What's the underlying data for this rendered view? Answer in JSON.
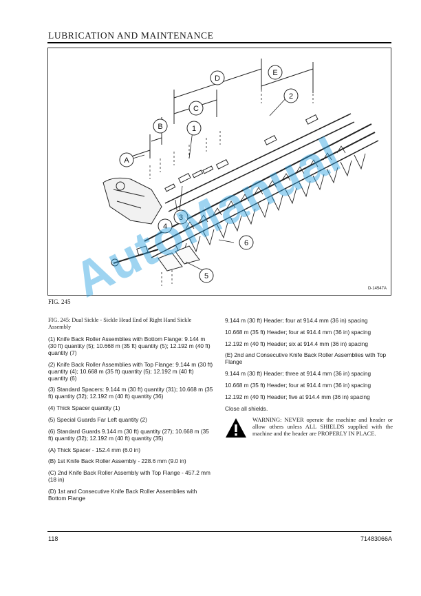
{
  "header": {
    "title": "LUBRICATION AND MAINTENANCE"
  },
  "figure": {
    "label": "FIG. 245",
    "drawing_id": "D-14547A",
    "callouts": [
      "A",
      "B",
      "C",
      "D",
      "E",
      "1",
      "2",
      "3",
      "4",
      "5",
      "6"
    ]
  },
  "left_column": [
    "FIG. 245: Dual Sickle - Sickle Head End of Right Hand Sickle Assembly",
    "(1)    Knife Back Roller Assemblies with Bottom Flange: 9.144 m (30 ft) quantity (5); 10.668 m (35 ft) quantity (5); 12.192 m (40 ft) quantity (7)",
    "(2)    Knife Back Roller Assemblies with Top Flange: 9.144 m (30 ft) quantity (4); 10.668 m (35 ft) quantity (5); 12.192 m (40 ft) quantity (6)",
    "(3)    Standard Spacers: 9.144 m (30 ft) quantity (31); 10.668 m (35 ft) quantity (32); 12.192 m (40 ft) quantity (36)",
    "(4)    Thick Spacer quantity (1)",
    "(5)    Special Guards Far Left quantity (2)",
    "(6)    Standard Guards  9.144 m (30 ft) quantity (27); 10.668 m (35 ft) quantity (32); 12.192 m (40 ft) quantity (35)",
    "(A)    Thick Spacer - 152.4 mm (6.0 in)",
    "(B)    1st Knife Back Roller Assembly - 228.6 mm (9.0 in)",
    "(C)    2nd Knife Back Roller Assembly with Top Flange - 457.2 mm (18 in)",
    "(D)    1st and Consecutive Knife Back Roller Assemblies with Bottom Flange"
  ],
  "right_column": [
    "9.144 m (30 ft) Header; four at 914.4 mm (36 in) spacing",
    "10.668 m (35 ft) Header; four at 914.4 mm (36 in) spacing",
    "12.192 m (40 ft) Header; six at 914.4 mm (36 in) spacing",
    "(E)    2nd and Consecutive Knife Back Roller Assemblies with Top Flange",
    "9.144 m (30 ft) Header; three at 914.4 mm (36 in) spacing",
    "10.668 m (35 ft) Header; four at 914.4 mm (36 in) spacing",
    "12.192 m (40 ft) Header; five at 914.4 mm (36 in) spacing",
    "Close all shields."
  ],
  "warning": {
    "text": "WARNING: NEVER operate the machine and header or allow others unless ALL SHIELDS supplied with the machine and the header are PROPERLY IN PLACE."
  },
  "footer": {
    "page_number": "118",
    "doc_number": "71483066A"
  },
  "watermark": "AutoManual"
}
